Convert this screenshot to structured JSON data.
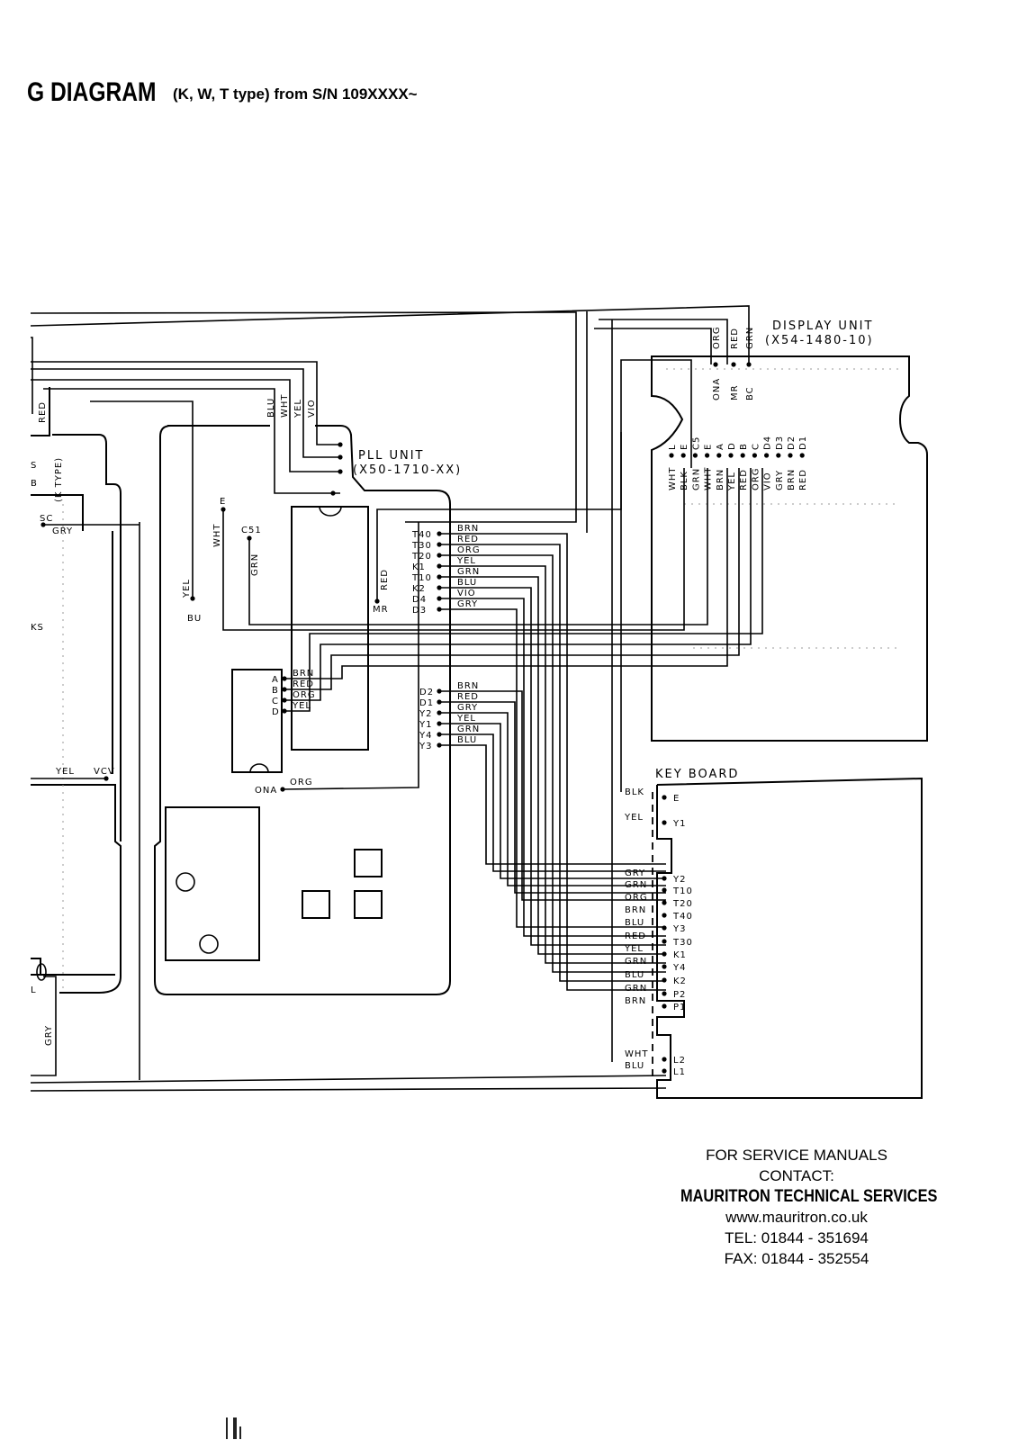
{
  "header": {
    "title": "G DIAGRAM",
    "subtitle": "(K, W, T type) from S/N 109XXXX~"
  },
  "left_partial_labels": {
    "red": "RED",
    "k_type": "(K TYPE)",
    "s": "S",
    "b": "B",
    "ks": "KS",
    "sc": "SC",
    "gry_sc": "GRY",
    "yel_vcv": "YEL",
    "vcv": "VCV",
    "gry_bottom": "GRY",
    "l": "L"
  },
  "pll_unit": {
    "name": "PLL UNIT",
    "part": "(X50-1710-XX)",
    "top_wires": [
      "BLU",
      "WHT",
      "YEL",
      "VIO"
    ],
    "left_terminals": [
      {
        "pin": "E",
        "wire": "WHT"
      },
      {
        "pin": "C51",
        "wire": "GRN"
      },
      {
        "pin": "BU",
        "wire": "YEL"
      },
      {
        "pin": "MR",
        "wire": "RED"
      }
    ],
    "abcd": [
      {
        "pin": "A",
        "wire": "BRN"
      },
      {
        "pin": "B",
        "wire": "RED"
      },
      {
        "pin": "C",
        "wire": "ORG"
      },
      {
        "pin": "D",
        "wire": "YEL"
      }
    ],
    "ona": {
      "pin": "ONA",
      "wire": "ORG"
    },
    "connector_upper": [
      {
        "pin": "T40",
        "wire": "BRN"
      },
      {
        "pin": "T30",
        "wire": "RED"
      },
      {
        "pin": "T20",
        "wire": "ORG"
      },
      {
        "pin": "K1",
        "wire": "YEL"
      },
      {
        "pin": "T10",
        "wire": "GRN"
      },
      {
        "pin": "K2",
        "wire": "BLU"
      },
      {
        "pin": "D4",
        "wire": "VIO"
      },
      {
        "pin": "D3",
        "wire": "GRY"
      }
    ],
    "connector_lower": [
      {
        "pin": "D2",
        "wire": "BRN"
      },
      {
        "pin": "D1",
        "wire": "RED"
      },
      {
        "pin": "Y2",
        "wire": "GRY"
      },
      {
        "pin": "Y1",
        "wire": "YEL"
      },
      {
        "pin": "Y4",
        "wire": "GRN"
      },
      {
        "pin": "Y3",
        "wire": "BLU"
      }
    ]
  },
  "display_unit": {
    "name": "DISPLAY UNIT",
    "part": "(X54-1480-10)",
    "top_terminals": [
      {
        "pin": "ONA",
        "wire": "ORG"
      },
      {
        "pin": "MR",
        "wire": "RED"
      },
      {
        "pin": "BC",
        "wire": "GRN"
      }
    ],
    "bottom_terminals": [
      {
        "pin": "L",
        "wire": "WHT"
      },
      {
        "pin": "E",
        "wire": "BLK"
      },
      {
        "pin": "C5",
        "wire": "GRN"
      },
      {
        "pin": "E",
        "wire": "WHT"
      },
      {
        "pin": "A",
        "wire": "BRN"
      },
      {
        "pin": "D",
        "wire": "YEL"
      },
      {
        "pin": "B",
        "wire": "RED"
      },
      {
        "pin": "C",
        "wire": "ORG"
      },
      {
        "pin": "D4",
        "wire": "VIO"
      },
      {
        "pin": "D3",
        "wire": "GRY"
      },
      {
        "pin": "D2",
        "wire": "BRN"
      },
      {
        "pin": "D1",
        "wire": "RED"
      }
    ]
  },
  "key_board": {
    "name": "KEY BOARD",
    "terminals": [
      {
        "pin": "E",
        "wire": "BLK"
      },
      {
        "pin": "Y1",
        "wire": "YEL"
      },
      {
        "pin": "Y2",
        "wire": "GRY"
      },
      {
        "pin": "T10",
        "wire": "GRN"
      },
      {
        "pin": "T20",
        "wire": "ORG"
      },
      {
        "pin": "T40",
        "wire": "BRN"
      },
      {
        "pin": "Y3",
        "wire": "BLU"
      },
      {
        "pin": "T30",
        "wire": "RED"
      },
      {
        "pin": "K1",
        "wire": "YEL"
      },
      {
        "pin": "Y4",
        "wire": "GRN"
      },
      {
        "pin": "K2",
        "wire": "BLU"
      },
      {
        "pin": "P2",
        "wire": "GRN"
      },
      {
        "pin": "P1",
        "wire": "BRN"
      },
      {
        "pin": "L2",
        "wire": "WHT"
      },
      {
        "pin": "L1",
        "wire": "BLU"
      }
    ]
  },
  "footer": {
    "line1": "FOR SERVICE MANUALS",
    "line2": "CONTACT:",
    "company": "MAURITRON TECHNICAL SERVICES",
    "website": "www.mauritron.co.uk",
    "tel": "TEL: 01844 - 351694",
    "fax": "FAX: 01844 - 352554"
  }
}
